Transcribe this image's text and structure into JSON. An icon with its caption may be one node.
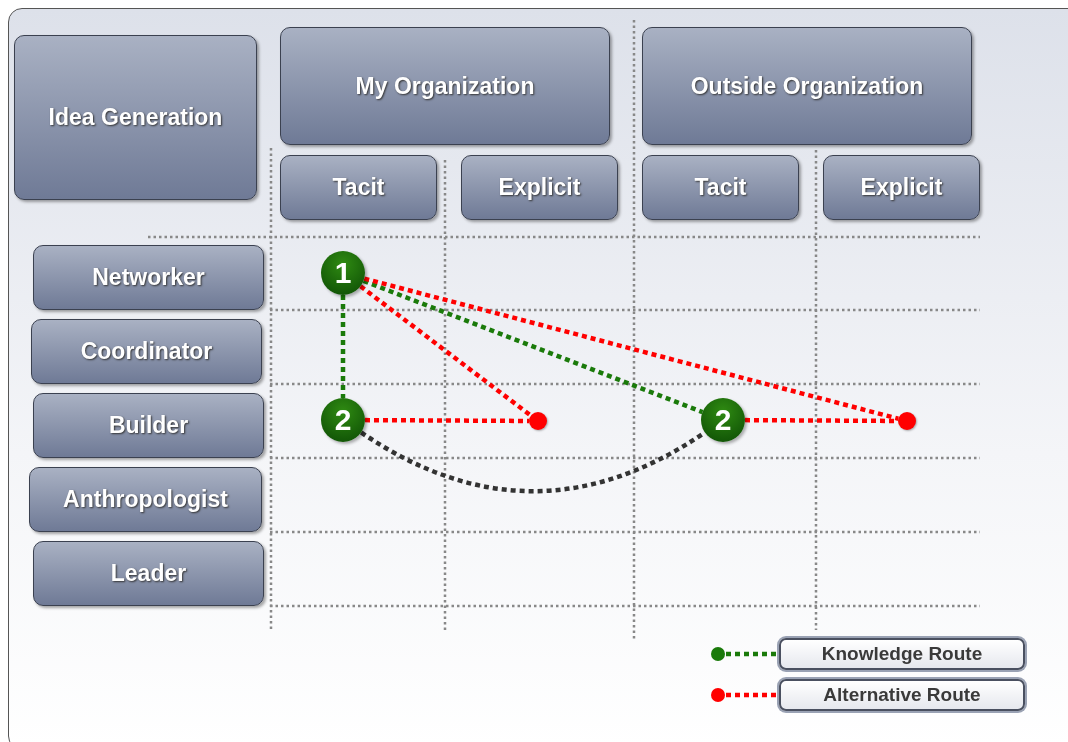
{
  "diagram": {
    "nodes": [
      {
        "text": [
          "Idea Generation"
        ]
      },
      {
        "text": [
          "My Organization"
        ]
      },
      {
        "text": [
          "Outside Organization"
        ]
      },
      {
        "text": [
          "Tacit"
        ]
      },
      {
        "text": [
          "Explicit"
        ]
      },
      {
        "text": [
          "Tacit"
        ]
      },
      {
        "text": [
          "Explicit"
        ]
      },
      {
        "text": [
          "Networker"
        ]
      },
      {
        "text": [
          "Coordinator"
        ]
      },
      {
        "text": [
          "Builder"
        ]
      },
      {
        "text": [
          "Anthropologist"
        ]
      },
      {
        "text": [
          "Leader"
        ]
      },
      {
        "text": [
          "1"
        ]
      },
      {
        "text": [
          "2"
        ]
      },
      {
        "text": [],
        "shape": "circle"
      },
      {
        "text": [
          "2"
        ]
      },
      {
        "text": [],
        "shape": "circle"
      }
    ],
    "edges": [
      {
        "from": 12,
        "to": 13,
        "arrow": "none",
        "style": "dashed",
        "color": "#1a7a0a"
      },
      {
        "from": 12,
        "to": 14,
        "arrow": "none",
        "style": "dashed",
        "color": "#ff0000"
      },
      {
        "from": 12,
        "to": 15,
        "arrow": "none",
        "style": "dashed",
        "color": "#1a7a0a"
      },
      {
        "from": 12,
        "to": 16,
        "arrow": "none",
        "style": "dashed",
        "color": "#ff0000"
      },
      {
        "from": 13,
        "to": 14,
        "arrow": "none",
        "style": "dashed",
        "color": "#ff0000"
      },
      {
        "from": 15,
        "to": 16,
        "arrow": "none",
        "style": "dashed",
        "color": "#ff0000"
      },
      {
        "from": 13,
        "to": 15,
        "arrow": "none",
        "style": "dashed",
        "color": "#333333"
      }
    ],
    "legend": [
      {
        "text": "Knowledge Route",
        "color": "#1a7a0a"
      },
      {
        "text": "Alternative Route",
        "color": "#ff0000"
      }
    ]
  }
}
